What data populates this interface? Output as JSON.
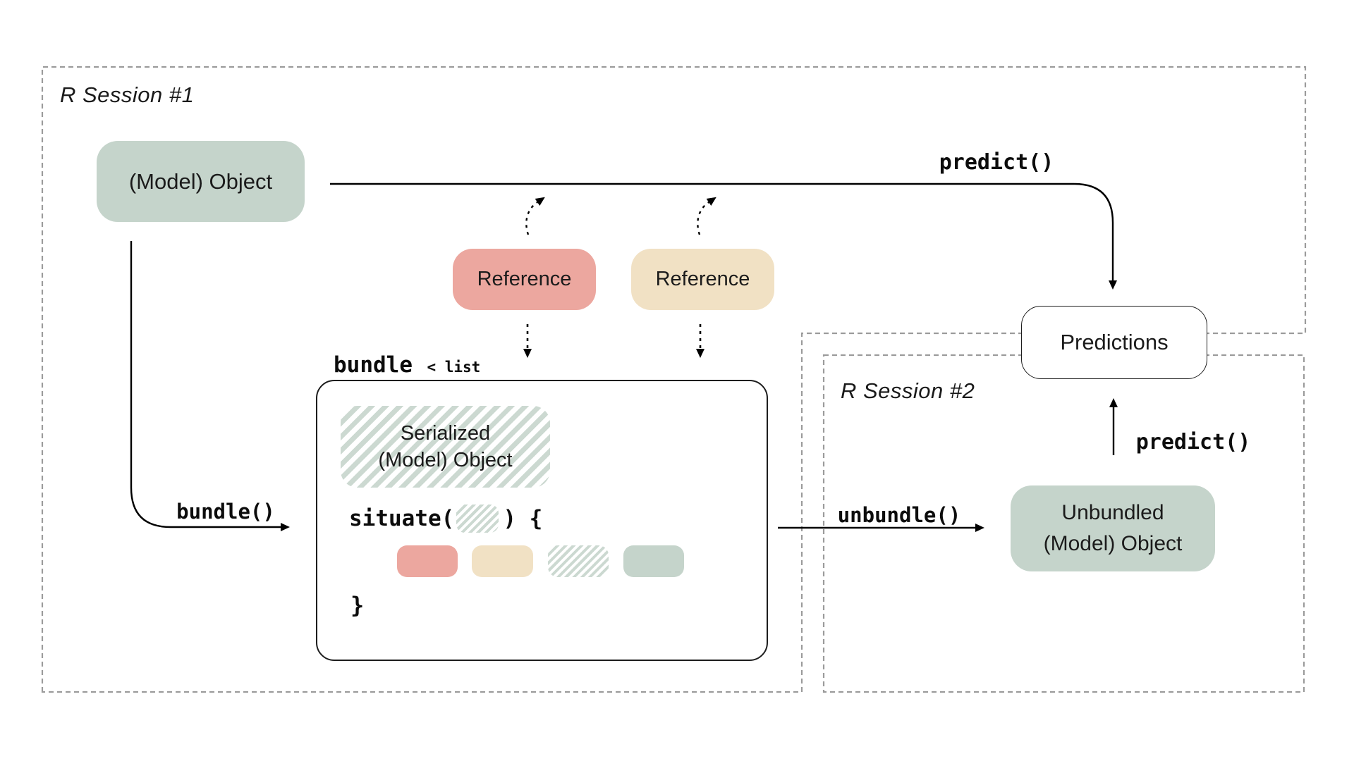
{
  "sessions": {
    "s1": {
      "label": "R Session #1"
    },
    "s2": {
      "label": "R Session #2"
    }
  },
  "nodes": {
    "model_object": {
      "label": "(Model) Object"
    },
    "reference_red": {
      "label": "Reference"
    },
    "reference_tan": {
      "label": "Reference"
    },
    "serialized": {
      "line1": "Serialized",
      "line2": "(Model) Object"
    },
    "unbundled": {
      "line1": "Unbundled",
      "line2": "(Model) Object"
    },
    "predictions": {
      "label": "Predictions"
    }
  },
  "code": {
    "bundle_name": "bundle",
    "bundle_type": "< list",
    "situate_open": "situate(",
    "situate_close": ") {",
    "brace_close": "}"
  },
  "arrow_labels": {
    "predict_top": "predict()",
    "bundle": "bundle()",
    "unbundle": "unbundle()",
    "predict_session2": "predict()"
  },
  "colors": {
    "sage": "#c5d4cb",
    "salmon": "#eca79f",
    "tan": "#f1e1c4",
    "hatch": "#ccd9d1",
    "dash": "#9b9b9b",
    "ink": "#111111"
  }
}
